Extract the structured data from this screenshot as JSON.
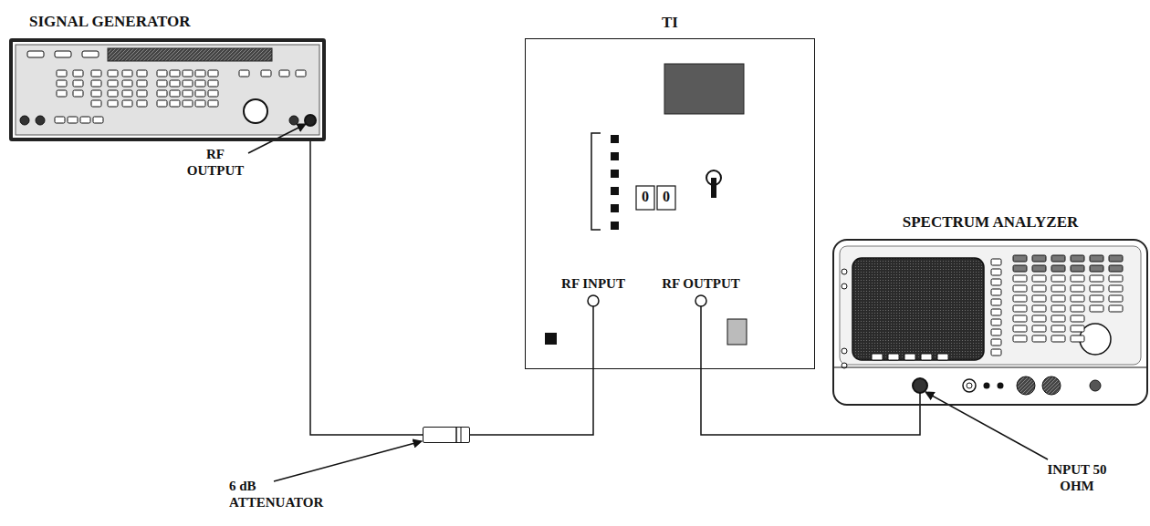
{
  "diagram": {
    "nodes": [
      {
        "text": [
          "SIGNAL GENERATOR"
        ]
      },
      {
        "text": [
          "TI"
        ]
      },
      {
        "text": [
          "SPECTRUM ANALYZER"
        ]
      },
      {
        "text": [
          "6 dB ATTENUATOR"
        ]
      }
    ],
    "edges": [
      {
        "from": 0,
        "to": 3,
        "arrow": "none"
      },
      {
        "from": 3,
        "to": 1,
        "arrow": "none"
      },
      {
        "from": 1,
        "to": 2,
        "arrow": "none"
      }
    ],
    "labels": [
      "RF OUTPUT",
      "RF INPUT",
      "RF OUTPUT",
      "INPUT 50 OHM",
      "0",
      "0"
    ]
  }
}
